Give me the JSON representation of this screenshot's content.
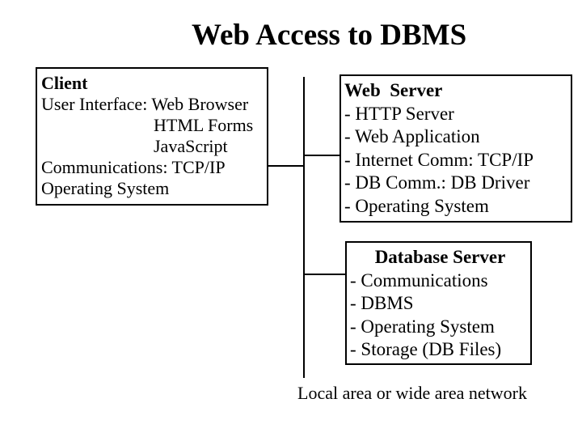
{
  "slide": {
    "title": "Web Access to DBMS",
    "caption": "Local area or wide area network",
    "colors": {
      "background": "#ffffff",
      "text": "#000000",
      "line": "#000000"
    }
  },
  "client_box": {
    "title": "Client",
    "lines": [
      "User Interface: Web Browser",
      "HTML Forms",
      "JavaScript",
      "Communications: TCP/IP",
      "Operating System"
    ]
  },
  "web_server_box": {
    "title": "Web  Server",
    "items": [
      "- HTTP Server",
      "- Web Application",
      "- Internet Comm: TCP/IP",
      "- DB Comm.: DB Driver",
      "- Operating System"
    ]
  },
  "database_server_box": {
    "title": "Database Server",
    "items": [
      "- Communications",
      "- DBMS",
      "- Operating System",
      "- Storage (DB Files)"
    ]
  }
}
